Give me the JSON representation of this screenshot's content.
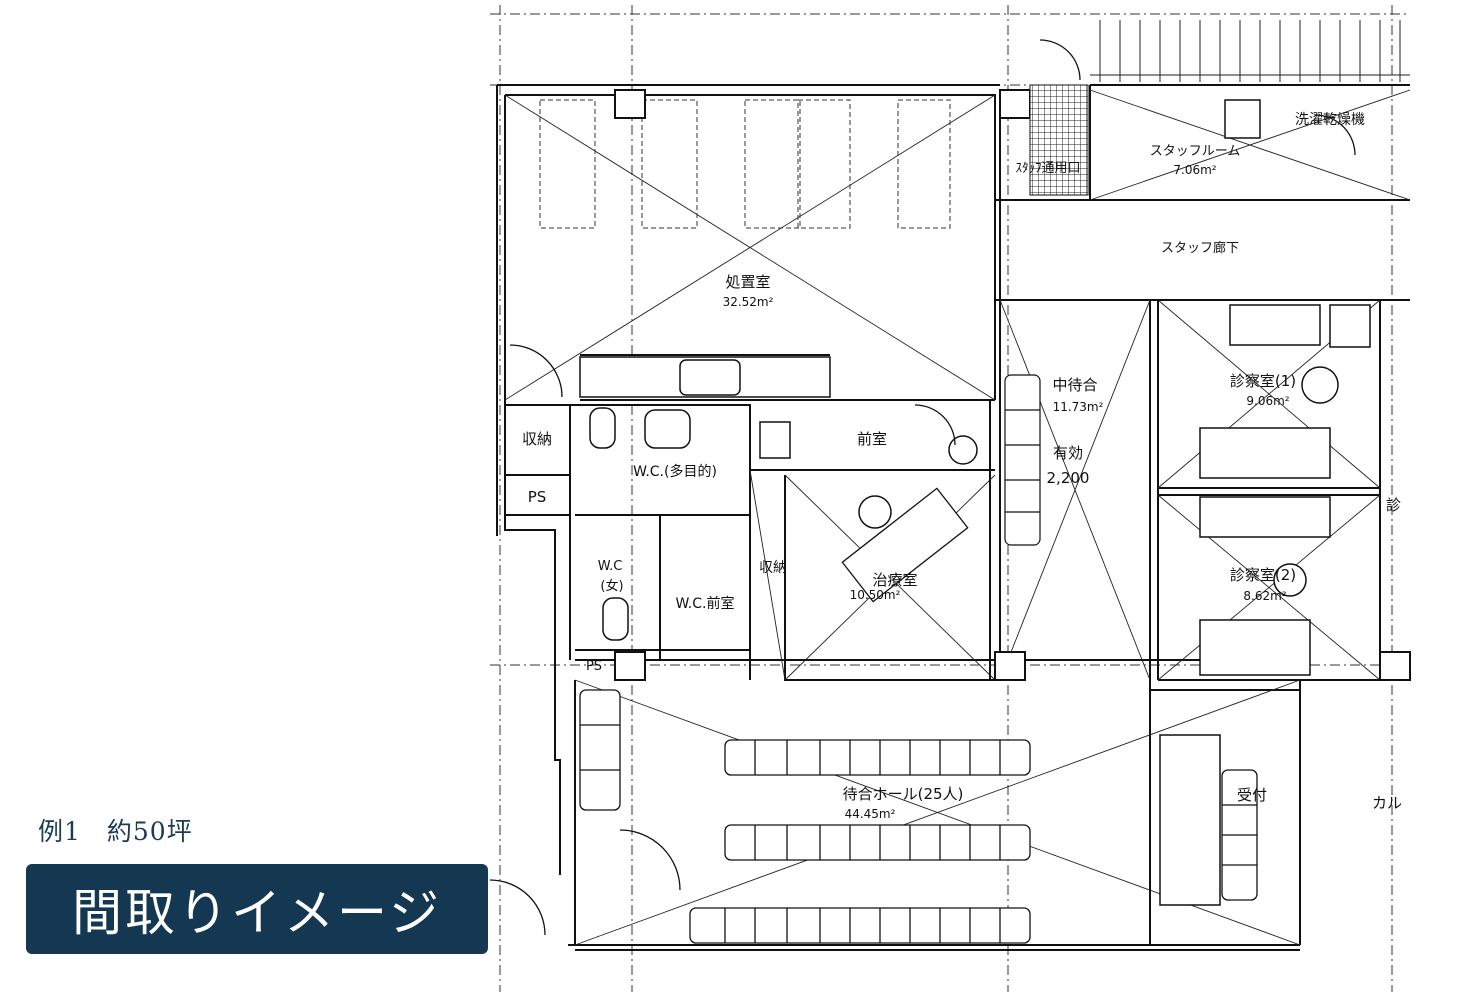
{
  "caption": {
    "example": "例1　約50坪",
    "title": "間取りイメージ"
  },
  "rooms": {
    "treatment_room": {
      "name": "処置室",
      "area": "32.52m²"
    },
    "staff_room": {
      "name": "スタッフルーム",
      "area": "7.06m²"
    },
    "staff_entrance": {
      "name": "ｽﾀｯﾌ通用口"
    },
    "drying_room": {
      "name": "洗濯乾燥機"
    },
    "staff_corridor": {
      "name": "スタッフ廊下"
    },
    "inner_waiting": {
      "name": "中待合",
      "area": "11.73m²",
      "effective_label": "有効",
      "effective_value": "2,200"
    },
    "exam_room_1": {
      "name": "診察室(1)",
      "area": "9.06m²"
    },
    "exam_room_2": {
      "name": "診察室(2)",
      "area": "8.62m²"
    },
    "exam_room_3_partial": {
      "name": "診"
    },
    "storage_1": {
      "name": "収納"
    },
    "storage_2": {
      "name": "収納"
    },
    "ps_1": {
      "name": "PS"
    },
    "ps_2": {
      "name": "PS"
    },
    "anteroom": {
      "name": "前室"
    },
    "wc_multi": {
      "name": "W.C.(多目的)"
    },
    "wc_women_line1": {
      "name": "W.C"
    },
    "wc_women_line2": {
      "name": "(女)"
    },
    "wc_anteroom": {
      "name": "W.C.前室"
    },
    "therapy_room": {
      "name": "治療室",
      "area": "10.50m²"
    },
    "waiting_hall": {
      "name": "待合ホール(25人)",
      "area": "44.45m²"
    },
    "reception": {
      "name": "受付"
    },
    "records_partial": {
      "name": "カル"
    }
  }
}
